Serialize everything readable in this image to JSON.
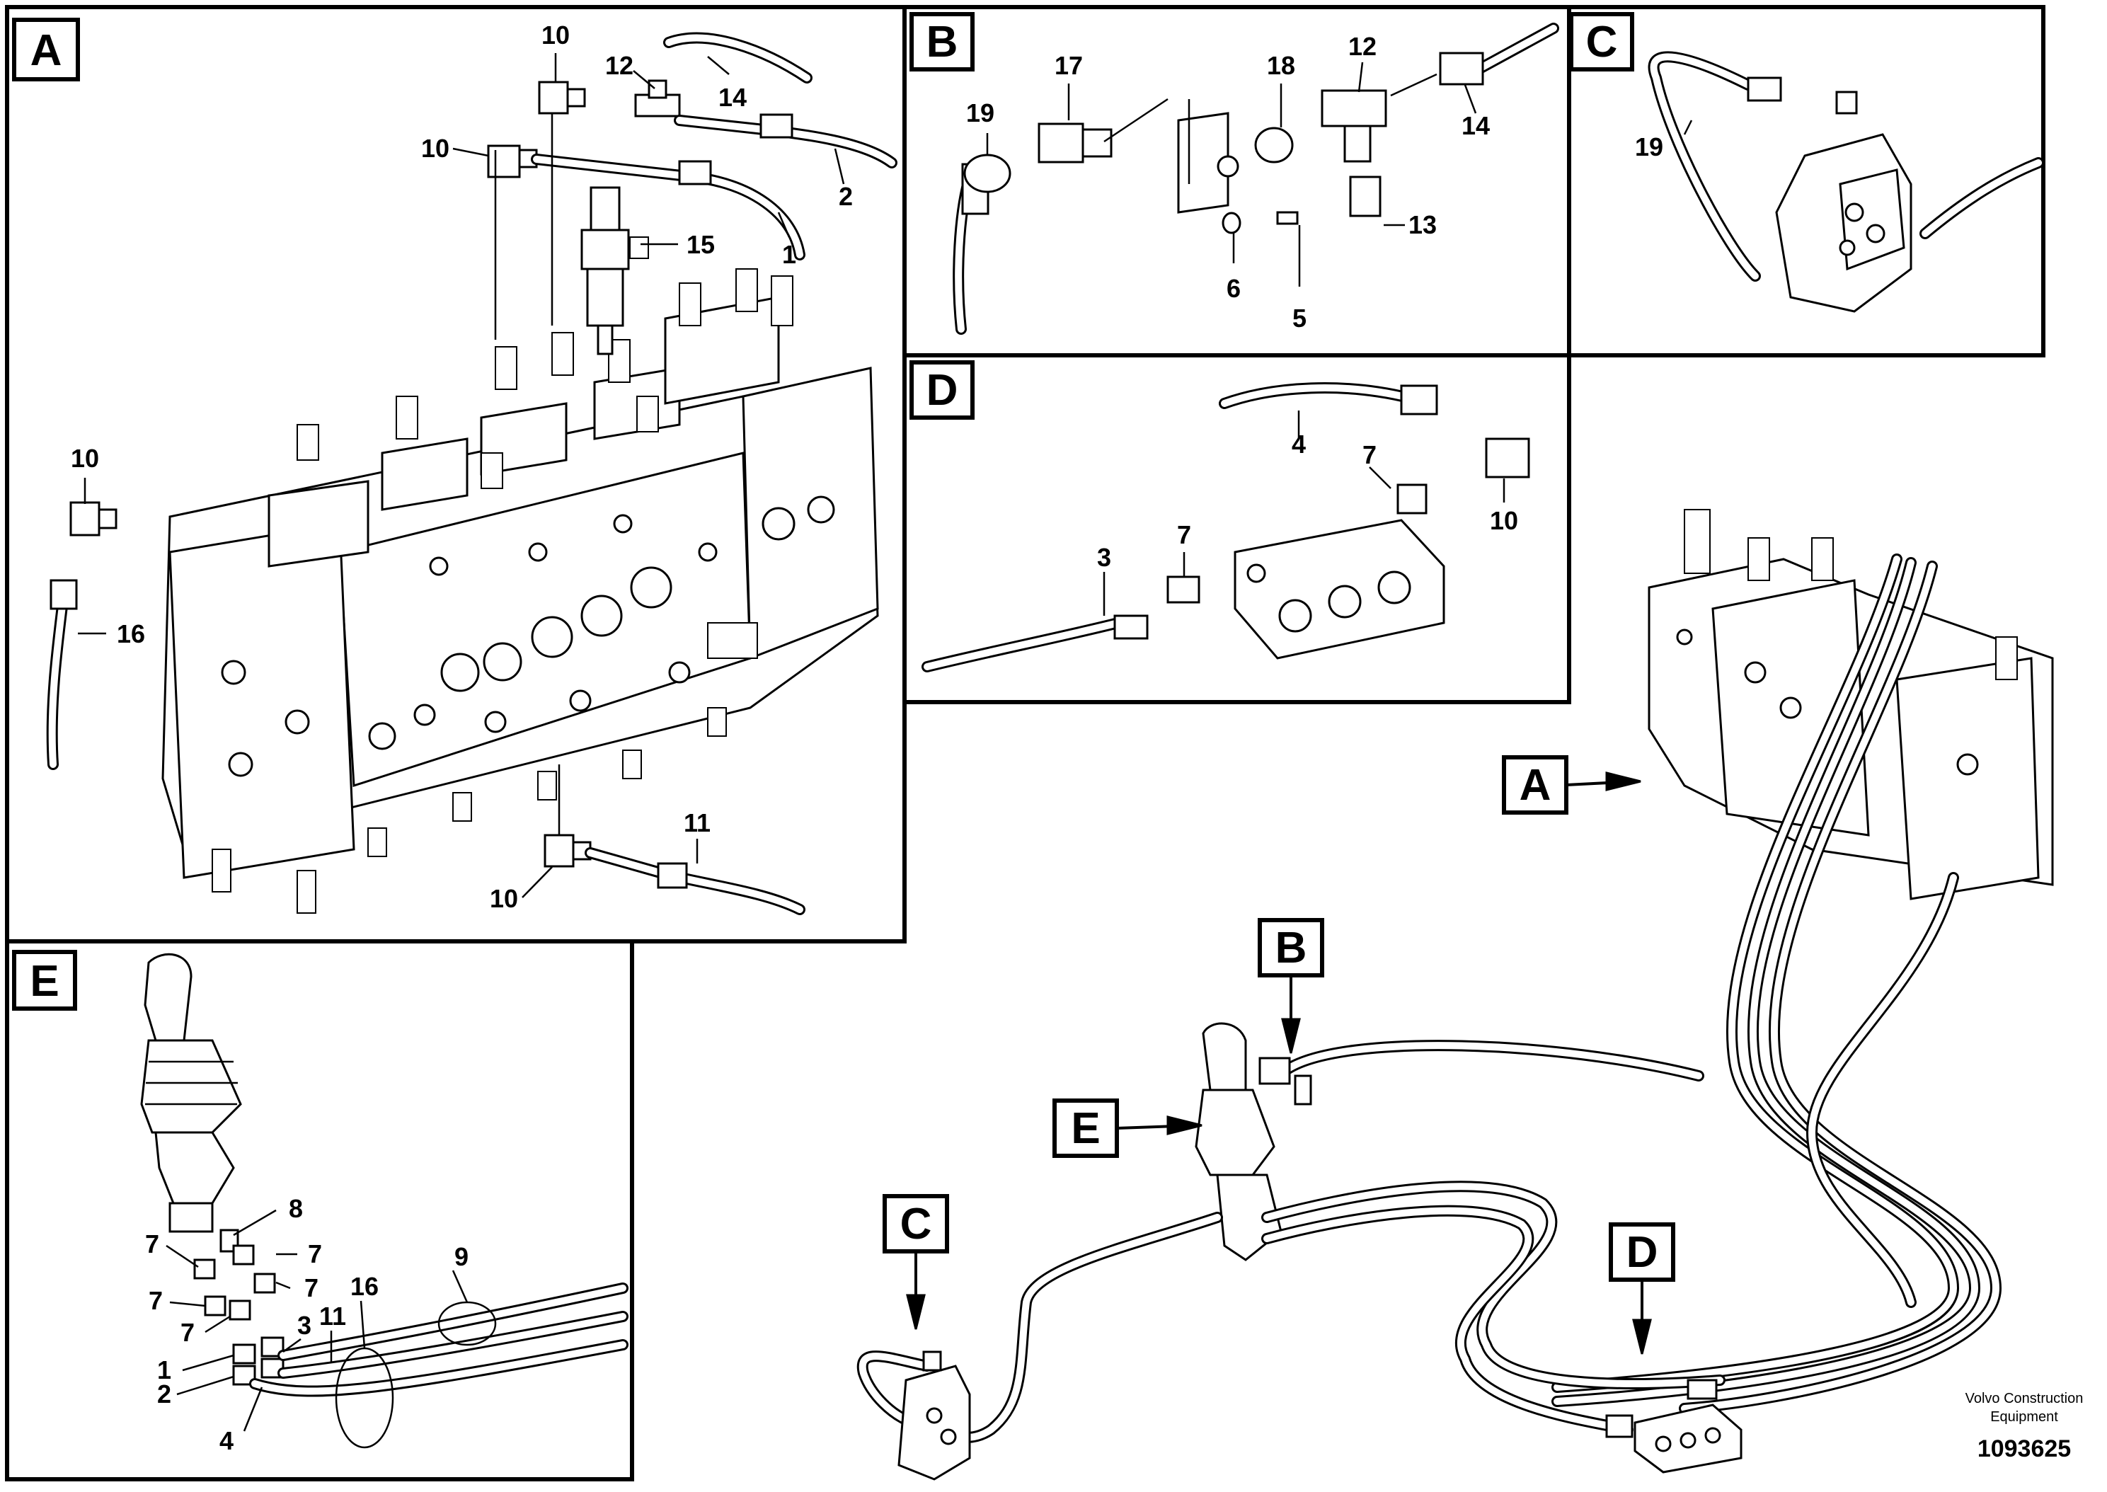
{
  "panels": {
    "A": {
      "letter": "A"
    },
    "B": {
      "letter": "B"
    },
    "C": {
      "letter": "C"
    },
    "D": {
      "letter": "D"
    },
    "E": {
      "letter": "E"
    }
  },
  "callouts": {
    "a_10_top": "10",
    "a_12": "12",
    "a_14": "14",
    "a_10_mid": "10",
    "a_2": "2",
    "a_15": "15",
    "a_1": "1",
    "a_10_left": "10",
    "a_16": "16",
    "a_11": "11",
    "a_10_bottom": "10",
    "b_19": "19",
    "b_17": "17",
    "b_18": "18",
    "b_12": "12",
    "b_14": "14",
    "b_13": "13",
    "b_6": "6",
    "b_5": "5",
    "c_19": "19",
    "d_4": "4",
    "d_7_top": "7",
    "d_10": "10",
    "d_7_mid": "7",
    "d_3": "3",
    "e_8": "8",
    "e_7_a": "7",
    "e_7_b": "7",
    "e_7_c": "7",
    "e_7_d": "7",
    "e_7_e": "7",
    "e_9": "9",
    "e_16": "16",
    "e_11": "11",
    "e_3": "3",
    "e_1": "1",
    "e_2": "2",
    "e_4": "4"
  },
  "overview_tags": {
    "A": "A",
    "B": "B",
    "C": "C",
    "D": "D",
    "E": "E"
  },
  "footer": {
    "company_line1": "Volvo Construction",
    "company_line2": "Equipment",
    "doc_number": "1093625"
  }
}
